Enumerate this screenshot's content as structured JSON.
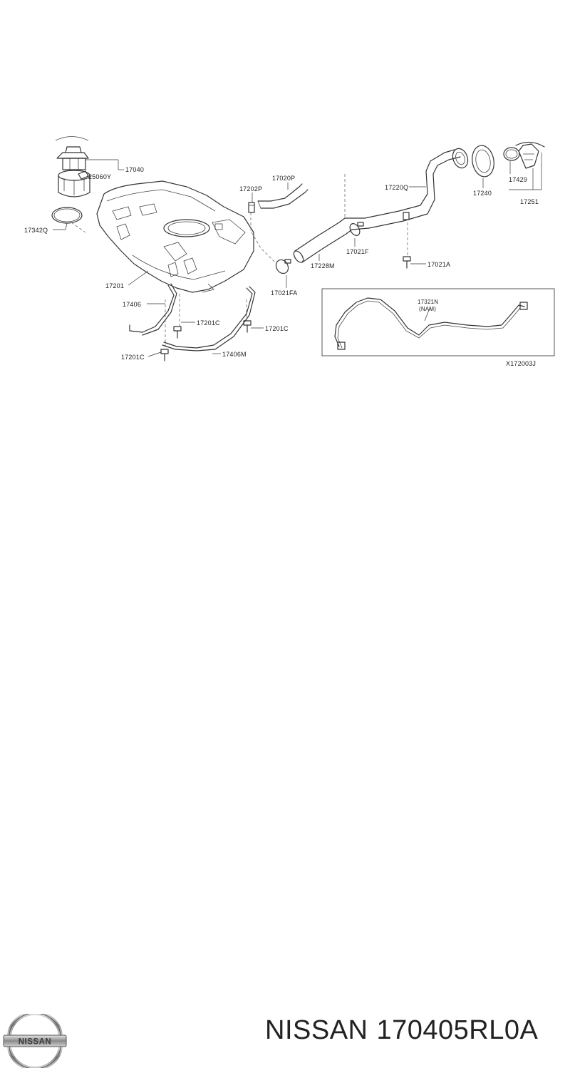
{
  "diagram": {
    "labels": {
      "p17040": "17040",
      "p25060y": "25060Y",
      "p17342q": "17342Q",
      "p17201": "17201",
      "p17406": "17406",
      "p17201c_a": "17201C",
      "p17201c_b": "17201C",
      "p17201c_c": "17201C",
      "p17406m": "17406M",
      "p17202p": "17202P",
      "p17020p": "17020P",
      "p17021fa": "17021FA",
      "p17228m": "17228M",
      "p17021f": "17021F",
      "p17220q": "17220Q",
      "p17021a": "17021A",
      "p17240": "17240",
      "p17429": "17429",
      "p17251": "17251",
      "p17321n": "17321N",
      "nam": "(NAM)",
      "ref": "X172003J"
    }
  },
  "footer": {
    "logo_text": "NISSAN",
    "brand": "NISSAN",
    "part_number": "170405RL0A"
  }
}
